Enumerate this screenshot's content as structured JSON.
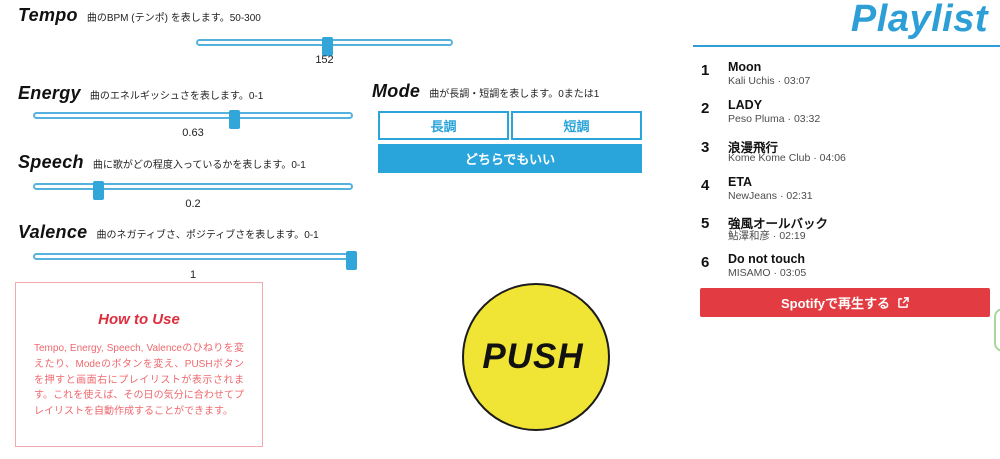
{
  "sliders": {
    "tempo": {
      "label": "Tempo",
      "desc": "曲のBPM (テンポ) を表します。50-300",
      "value": "152",
      "handle_percent": 51
    },
    "energy": {
      "label": "Energy",
      "desc": "曲のエネルギッシュさを表します。0-1",
      "value": "0.63",
      "handle_percent": 63
    },
    "speech": {
      "label": "Speech",
      "desc": "曲に歌がどの程度入っているかを表します。0-1",
      "value": "0.2",
      "handle_percent": 20
    },
    "valence": {
      "label": "Valence",
      "desc": "曲のネガティブさ、ポジティブさを表します。0-1",
      "value": "1",
      "handle_percent": 100
    }
  },
  "mode": {
    "label": "Mode",
    "desc": "曲が長調・短調を表します。0または1",
    "major_label": "長調",
    "minor_label": "短調",
    "either_label": "どちらでもいい"
  },
  "push": {
    "label": "PUSH"
  },
  "how_to_use": {
    "title": "How to Use",
    "body": "Tempo, Energy, Speech, Valenceのひねりを変えたり、Modeのボタンを変え、PUSHボタンを押すと画面右にプレイリストが表示されます。これを使えば、その日の気分に合わせてプレイリストを自動作成することができます。"
  },
  "playlist": {
    "title": "Playlist",
    "items": [
      {
        "no": "1",
        "title": "Moon",
        "meta": "Kali Uchis · 03:07"
      },
      {
        "no": "2",
        "title": "LADY",
        "meta": "Peso Pluma · 03:32"
      },
      {
        "no": "3",
        "title": "浪漫飛行",
        "meta": "Kome Kome Club · 04:06"
      },
      {
        "no": "4",
        "title": "ETA",
        "meta": "NewJeans · 02:31"
      },
      {
        "no": "5",
        "title": "強風オールバック",
        "meta": "鮎澤和彦 · 02:19"
      },
      {
        "no": "6",
        "title": "Do not touch",
        "meta": "MISAMO · 03:05"
      }
    ],
    "spotify_button_label": "Spotifyで再生する"
  },
  "colors": {
    "accent_blue": "#2ba4da",
    "playlist_blue": "#2d9fd6",
    "spotify_red": "#e23b41",
    "howto_red": "#ee686e",
    "push_yellow": "#f0e434",
    "edge_green": "#a6d79f"
  }
}
